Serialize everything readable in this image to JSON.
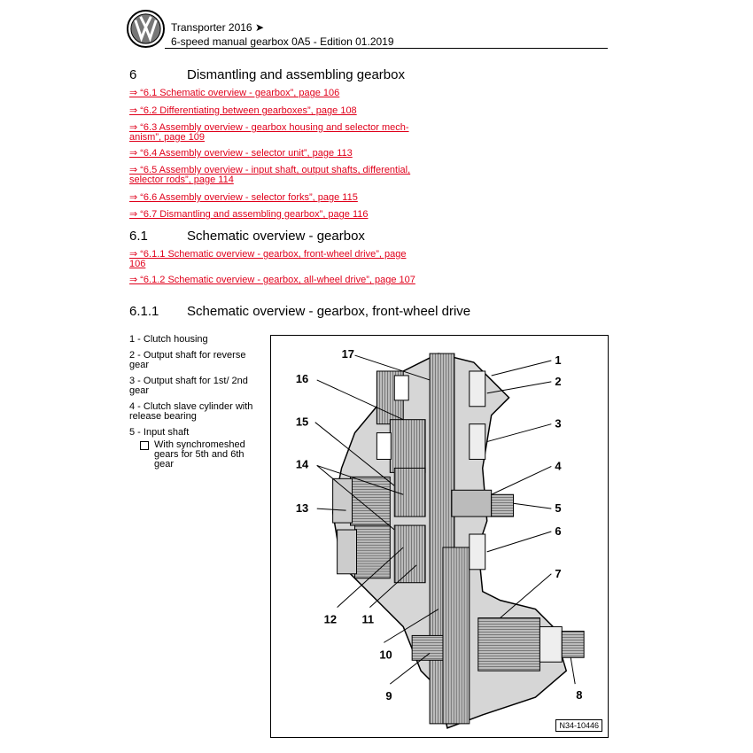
{
  "header": {
    "title": "Transporter 2016 ➤",
    "subtitle": "6-speed manual gearbox 0A5 - Edition 01.2019"
  },
  "section": {
    "number": "6",
    "title": "Dismantling and assembling gearbox",
    "links": [
      "⇒ “6.1 Schematic overview - gearbox”, page 106",
      "⇒ “6.2 Differentiating between gearboxes”, page 108",
      "⇒ “6.3 Assembly overview - gearbox housing and selector mech- anism”, page 109",
      "⇒ “6.4 Assembly overview - selector unit”, page 113",
      "⇒ “6.5 Assembly overview - input shaft, output shafts, differential, selector rods”, page 114",
      "⇒ “6.6 Assembly overview - selector forks”, page 115",
      "⇒ “6.7 Dismantling and assembling gearbox”, page 116"
    ]
  },
  "subsection": {
    "number": "6.1",
    "title": "Schematic overview - gearbox",
    "links": [
      "⇒ “6.1.1 Schematic overview - gearbox, front-wheel drive”, page 106",
      "⇒ “6.1.2 Schematic overview - gearbox, all-wheel drive”, page 107"
    ]
  },
  "subsubsection": {
    "number": "6.1.1",
    "title": "Schematic overview - gearbox, front-wheel drive"
  },
  "legend": {
    "items": [
      "1 - Clutch housing",
      "2 - Output shaft for reverse gear",
      "3 - Output shaft for 1st/ 2nd gear",
      "4 - Clutch slave cylinder with release bearing",
      "5 - Input shaft"
    ],
    "subitem": "With synchromeshed gears for 5th and 6th gear"
  },
  "figure": {
    "reference": "N34-10446",
    "callouts": [
      "1",
      "2",
      "3",
      "4",
      "5",
      "6",
      "7",
      "8",
      "9",
      "10",
      "11",
      "12",
      "13",
      "14",
      "15",
      "16",
      "17"
    ]
  }
}
